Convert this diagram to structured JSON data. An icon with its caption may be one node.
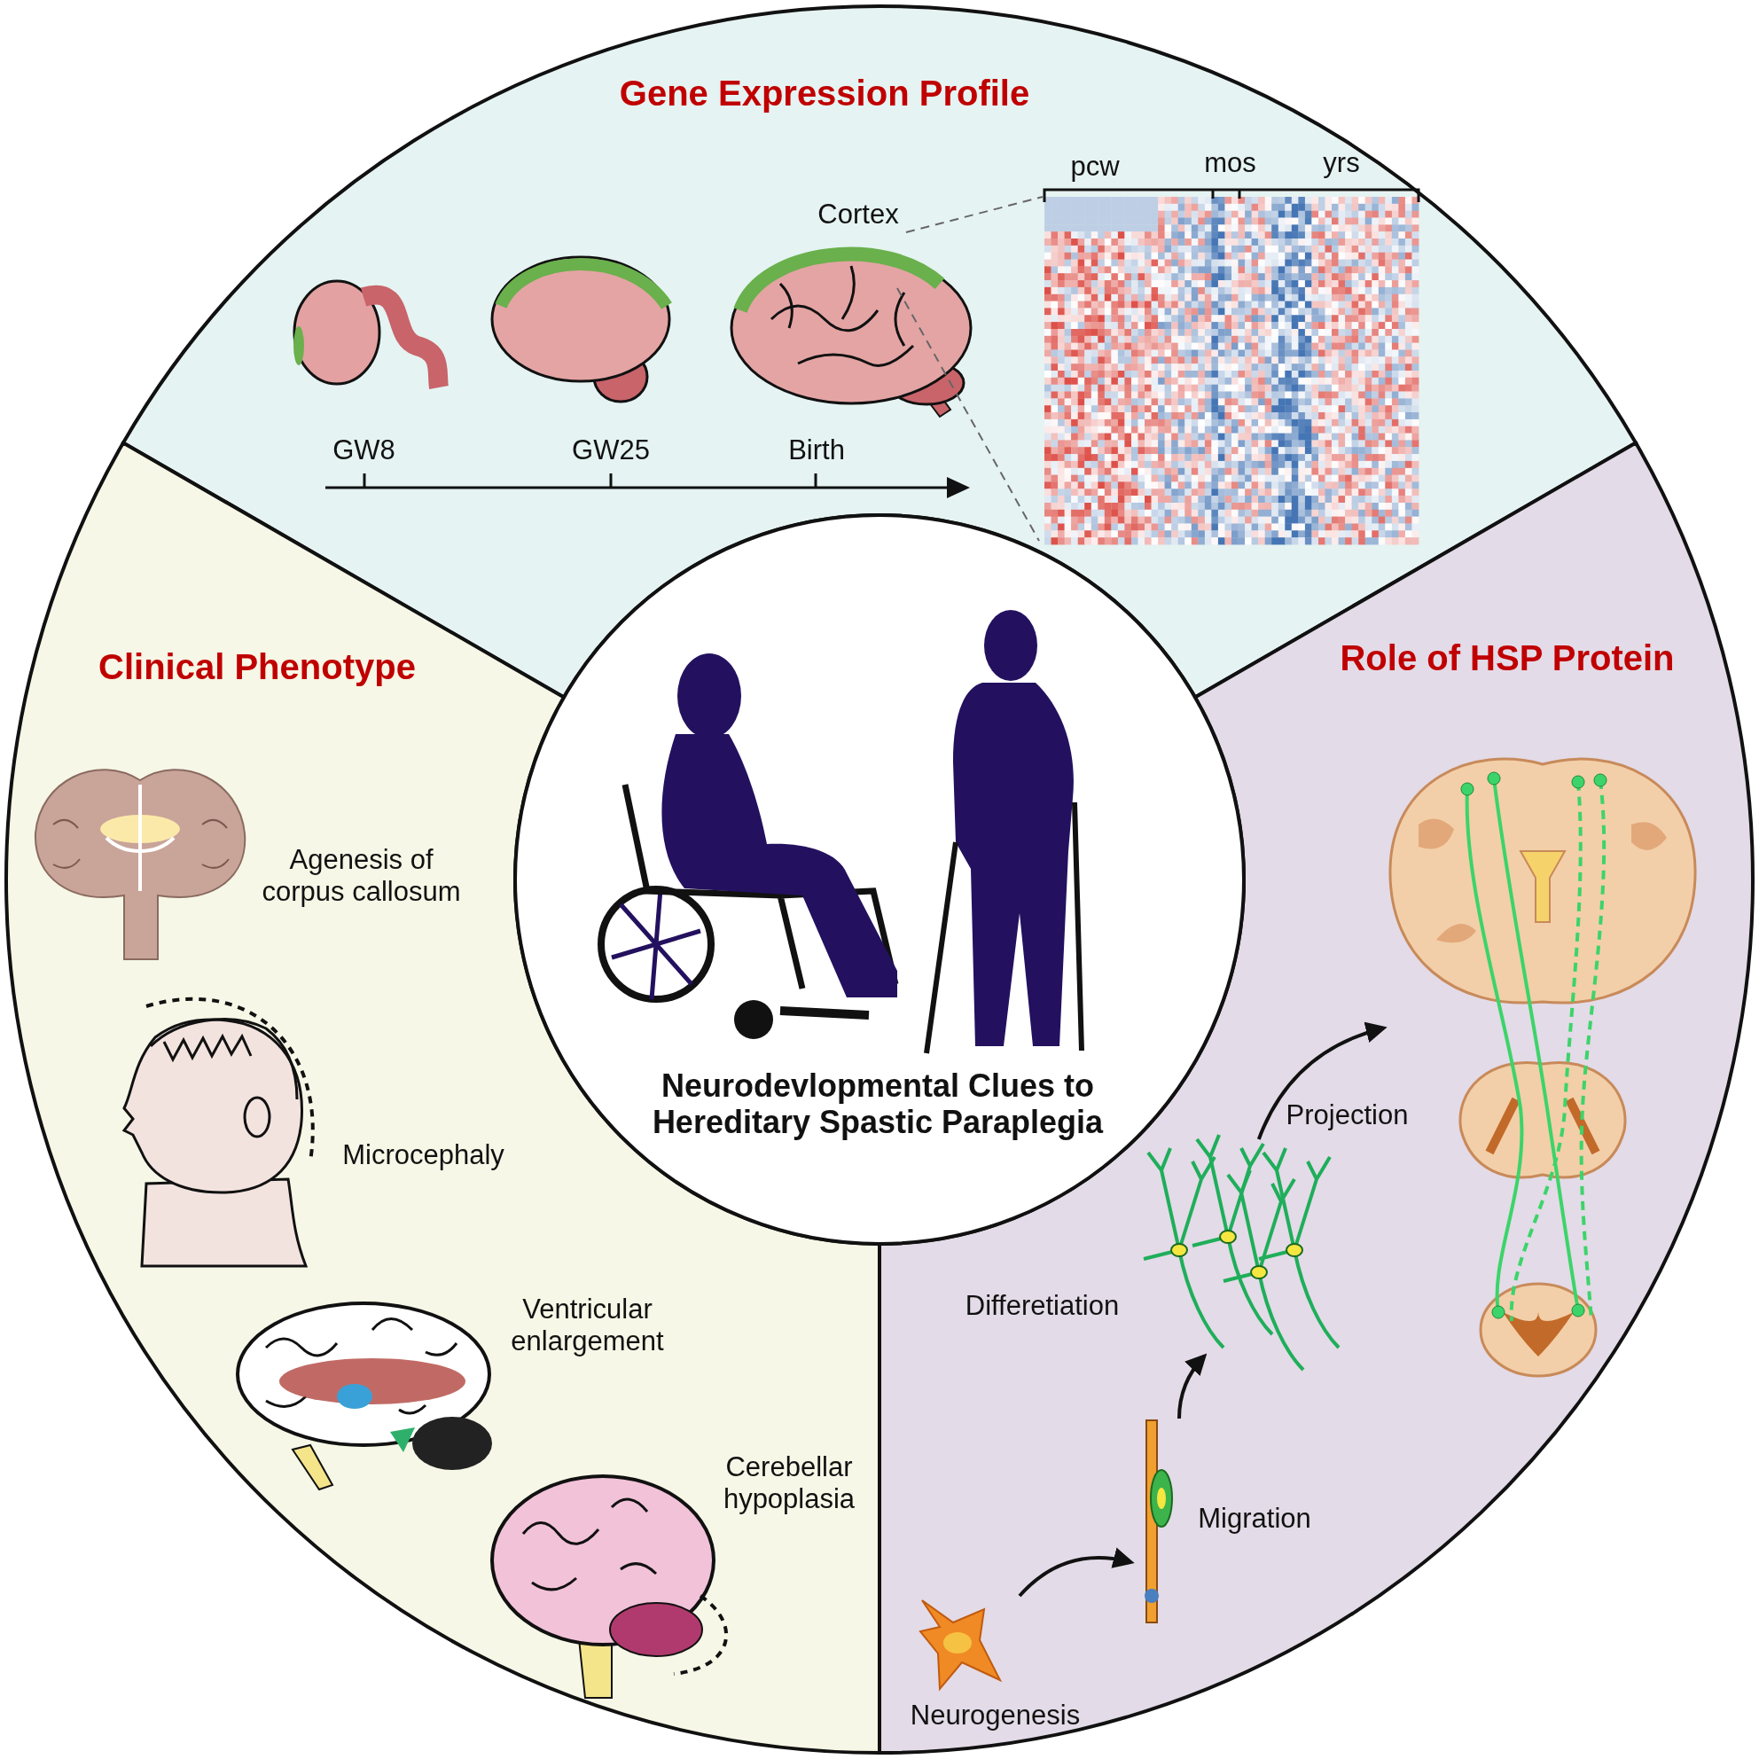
{
  "diagram": {
    "nodes": [
      {
        "text": [
          "Gene Expression Profile"
        ]
      },
      {
        "text": [
          "Clinical Phenotype"
        ]
      },
      {
        "text": [
          "Role of HSP Protein"
        ]
      },
      {
        "text": [
          "Neurodevlopmental Clues to Hereditary Spastic Paraplegia"
        ]
      },
      {
        "text": [
          "Agenesis of corpus callosum"
        ],
        "in": 1
      },
      {
        "text": [
          "Microcephaly"
        ],
        "in": 1
      },
      {
        "text": [
          "Ventricular enlargement"
        ],
        "in": 1
      },
      {
        "text": [
          "Cerebellar hypoplasia"
        ],
        "in": 1
      },
      {
        "text": [
          "Neurogenesis"
        ],
        "in": 2
      },
      {
        "text": [
          "Migration"
        ],
        "in": 2
      },
      {
        "text": [
          "Differetiation"
        ],
        "in": 2
      },
      {
        "text": [],
        "shape": "picture",
        "in": 2
      }
    ],
    "edges": [
      {
        "from": 8,
        "to": 9,
        "arrow": "to"
      },
      {
        "from": 9,
        "to": 10,
        "arrow": "to"
      },
      {
        "from": 10,
        "to": 11,
        "arrow": "to",
        "label": "Projection"
      }
    ],
    "labels": [
      "pcw",
      "mos",
      "yrs",
      "Cortex",
      "GW8",
      "GW25",
      "Birth"
    ]
  }
}
